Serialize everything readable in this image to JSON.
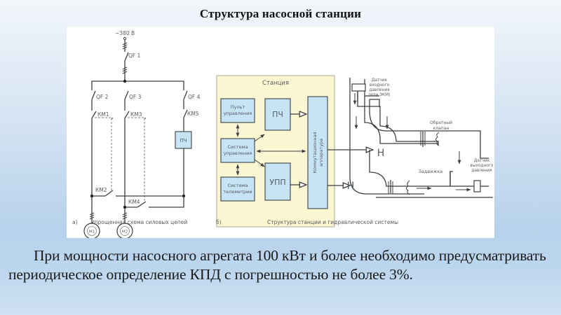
{
  "slide": {
    "title": "Структура насосной станции",
    "body": "При мощности насосного агрегата 100 кВт и более необходимо предусматривать периодическое определение КПД с погрешностью не более 3%."
  },
  "colors": {
    "block_fill": "#c6e4f6",
    "station_fill": "#fdf6d2",
    "line": "#3c3f42",
    "diagram_text": "#555b60",
    "title_text": "#111111"
  },
  "figure": {
    "power_circuit": {
      "supply_label": "~380 В",
      "breakers": [
        "QF 1",
        "QF 2",
        "QF 3",
        "QF 4"
      ],
      "contactors": [
        "КМ1",
        "КМ2",
        "КМ3",
        "КМ4",
        "КМ5"
      ],
      "converter_label": "ПЧ",
      "motors": [
        "М1",
        "М2"
      ],
      "caption_letter": "а)",
      "caption": "Упрощенная схема силовых цепей"
    },
    "station_structure": {
      "station_label": "Станция",
      "blocks": {
        "control_panel": [
          "Пульт",
          "управления"
        ],
        "control_system": [
          "Система",
          "управления"
        ],
        "telemetry_system": [
          "Система",
          "телеметрии"
        ],
        "vfd": "ПЧ",
        "soft_starter": "УПП",
        "switchgear": [
          "Коммутационная",
          "аппаратура"
        ]
      },
      "hydraulics": {
        "pump_label": "Н",
        "inlet_sensor": [
          "Датчик",
          "входного",
          "давления",
          "(или ЭКМ)"
        ],
        "check_valve": [
          "Обратный",
          "клапан"
        ],
        "gate_valve": "Задвижка",
        "outlet_sensor": [
          "Датчик",
          "выходного",
          "давления"
        ]
      },
      "caption_letter": "б)",
      "caption": "Структура станции и гидравлической системы"
    }
  }
}
